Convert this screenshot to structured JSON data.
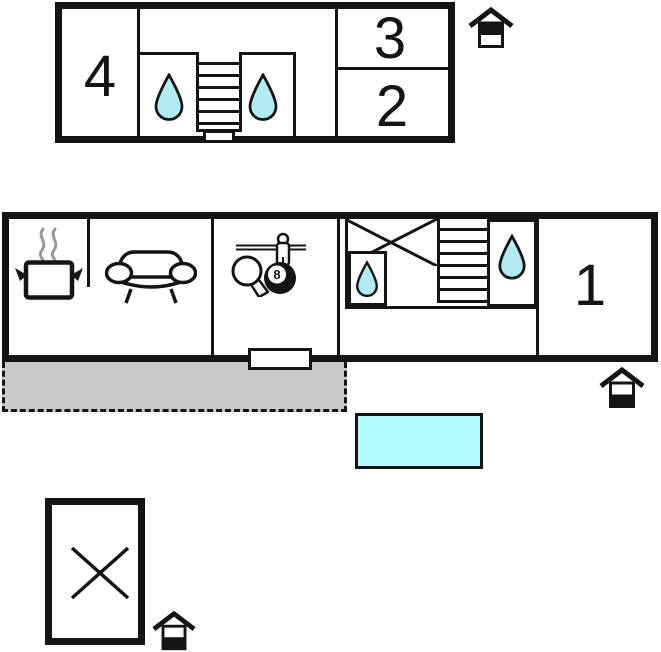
{
  "colors": {
    "line": "#141414",
    "drop_fill": "#b2ecf2",
    "pool_fill": "#b3fbff",
    "terrace_fill": "#c9c9c9",
    "steam_gray": "#999999"
  },
  "upper_floor": {
    "label_room4": "4",
    "label_room3": "3",
    "label_room2": "2",
    "icons": {
      "bath_left": "water-drop-icon",
      "bath_right": "water-drop-icon",
      "stairs": "staircase-icon",
      "level_marker": "house-upper-level-icon"
    }
  },
  "ground_floor": {
    "label_room1": "1",
    "eight_ball_label": "8",
    "icons": {
      "kitchen": "cooking-pot-icon",
      "lounge": "sofa-icon",
      "games": [
        "table-tennis-paddle-icon",
        "billiard-8-ball-icon",
        "foosball-player-icon"
      ],
      "bath_left": "water-drop-icon",
      "bath_right": "water-drop-icon",
      "stairs": "staircase-icon",
      "wardrobe": "crossed-box-icon",
      "entrance": "door-step",
      "level_marker": "house-ground-level-icon"
    }
  },
  "outdoor": {
    "terrace": "terrace",
    "pool": "swimming-pool"
  },
  "outbuilding": {
    "symbol": "crossed-box-icon",
    "level_marker": "house-ground-level-icon"
  }
}
